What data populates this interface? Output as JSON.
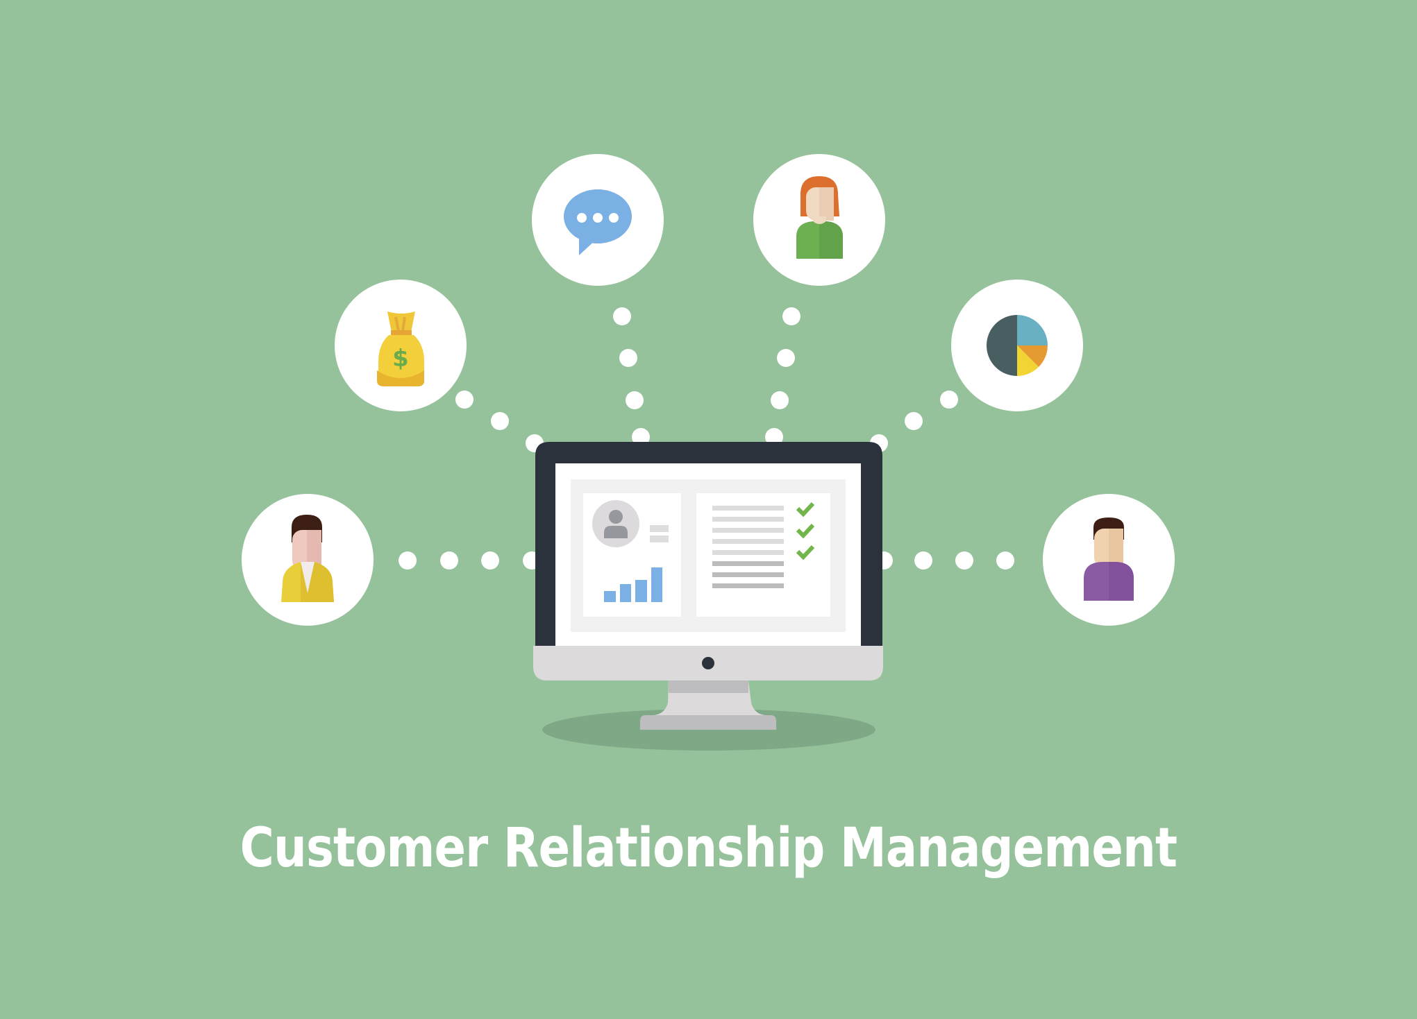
{
  "title": "Customer Relationship Management",
  "colors": {
    "background": "#95c29b",
    "connector_dot": "#ffffff",
    "icon_circle": "#ffffff",
    "monitor_bezel": "#2b323b",
    "monitor_chin": "#dcdadb",
    "stand_dark": "#bdbcbe",
    "shadow": "#7fa886",
    "screen_panel": "#f1f1f1",
    "chart_bar": "#7ab0e3",
    "check": "#72b54a"
  },
  "nodes": [
    {
      "id": "customer-man-yellow",
      "icon": "man-avatar-icon",
      "shirt": "#e8cf3a"
    },
    {
      "id": "money-bag",
      "icon": "money-bag-icon",
      "symbol": "$"
    },
    {
      "id": "chat",
      "icon": "chat-bubble-icon"
    },
    {
      "id": "customer-woman",
      "icon": "woman-avatar-icon",
      "shirt": "#68ad53"
    },
    {
      "id": "analytics",
      "icon": "pie-chart-icon"
    },
    {
      "id": "customer-man-purple",
      "icon": "man-avatar-icon",
      "shirt": "#8a5aa3"
    }
  ],
  "screen": {
    "profile_card": {
      "icon": "user-icon",
      "bars": [
        16,
        26,
        32,
        50
      ]
    },
    "checklist": {
      "lines": 8,
      "checks": 3
    }
  },
  "pie": [
    {
      "label": "dark",
      "value": 50,
      "color": "#485e60"
    },
    {
      "label": "teal",
      "value": 25,
      "color": "#68b0c2"
    },
    {
      "label": "orange",
      "value": 12.5,
      "color": "#e59a32"
    },
    {
      "label": "yellow",
      "value": 12.5,
      "color": "#f2d534"
    }
  ]
}
